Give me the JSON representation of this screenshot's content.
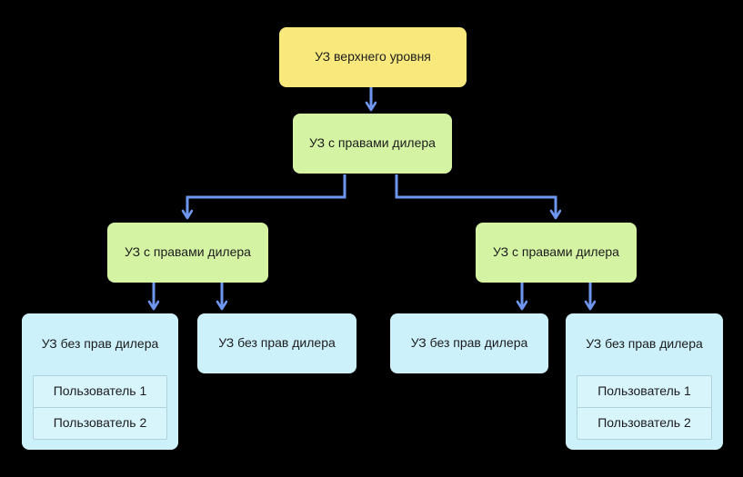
{
  "colors": {
    "background": "#000000",
    "yellow": "#F9E97D",
    "green": "#D5F4A3",
    "blue": "#CCF1FA",
    "arrow": "#6E96EE",
    "text": "#1C1C1E",
    "user_border": "#AFD3DC",
    "user_bg": "#D8F5FC"
  },
  "diagram": {
    "nodes": {
      "root": {
        "label": "УЗ верхнего уровня"
      },
      "dealer_main": {
        "label": "УЗ с правами дилера"
      },
      "dealer_left": {
        "label": "УЗ с правами дилера"
      },
      "dealer_right": {
        "label": "УЗ с правами дилера"
      },
      "leaf_1": {
        "label": "УЗ без прав дилера",
        "users": [
          "Пользователь 1",
          "Пользователь 2"
        ]
      },
      "leaf_2": {
        "label": "УЗ без прав дилера"
      },
      "leaf_3": {
        "label": "УЗ без прав дилера"
      },
      "leaf_4": {
        "label": "УЗ без прав дилера",
        "users": [
          "Пользователь 1",
          "Пользователь 2"
        ]
      }
    }
  }
}
